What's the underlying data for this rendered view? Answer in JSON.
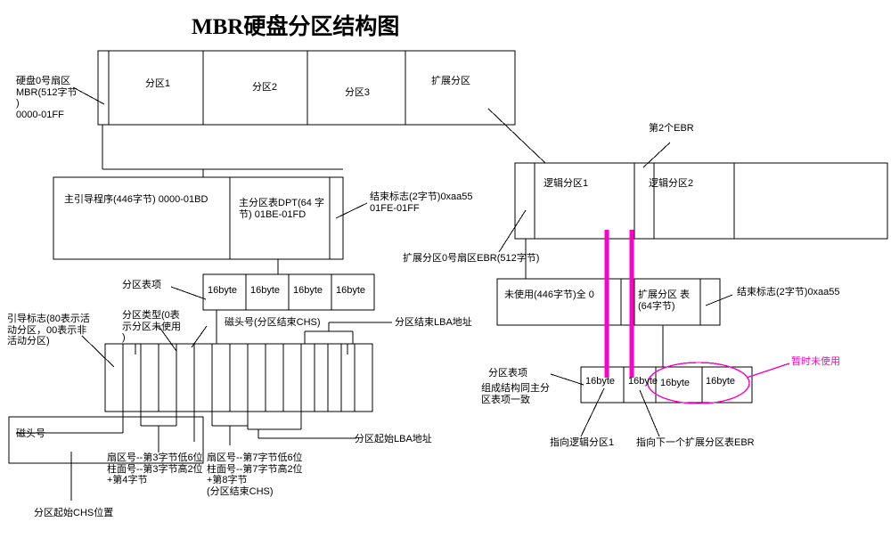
{
  "title": "MBR硬盘分区结构图",
  "colors": {
    "stroke": "#000000",
    "magenta": "#ff00c8",
    "background": "#ffffff"
  },
  "disk_bar": {
    "mbr_cell_label": "",
    "partitions": [
      "分区1",
      "分区2",
      "分区3",
      "扩展分区"
    ]
  },
  "labels": {
    "mbr_sector": "硬盘0号扇区\nMBR(512字节\n)\n0000-01FF",
    "boot_loader": "主引导程序(446字节)\n0000-01BD",
    "dpt": "主分区表DPT(64\n字节)\n01BE-01FD",
    "end_flag_mbr": "结束标志(2字节)0xaa55\n01FE-01FF",
    "partition_entry": "分区表项",
    "boot_flag": "引导标志(80表示活\n动分区，00表示非\n活动分区)",
    "part_type": "分区类型(0表\n示分区未使用\n)",
    "head_no_end": "磁头号(分区结束CHS)",
    "end_lba": "分区结束LBA地址",
    "head_no": "磁头号",
    "chs_start_detail": "扇区号--第3字节低6位\n柱面号--第3字节高2位\n+第4字节",
    "chs_end_detail": "扇区号--第7字节低6位\n柱面号--第7字节高2位\n+第8字节\n(分区结束CHS)",
    "start_lba": "分区起始LBA地址",
    "start_chs": "分区起始CHS位置",
    "second_ebr": "第2个EBR",
    "ebr_sector": "扩展分区0号扇区EBR(512字节)",
    "unused_446": "未使用(446字节)全\n0",
    "ext_table": "扩展分区\n表(64字节)",
    "end_flag_ebr": "结束标志(2字节)0xaa55",
    "ebr_entry": "分区表项",
    "ebr_entry_note": "组成结构同主分\n区表项一致",
    "point_logical1": "指向逻辑分区1",
    "point_next_ebr": "指向下一个扩展分区表EBR",
    "temp_unused": "暂时未使用"
  },
  "ext_bar": {
    "logical_partitions": [
      "逻辑分区1",
      "逻辑分区2"
    ]
  },
  "byte_cells": {
    "label": "16byte",
    "count_main": 4,
    "count_ebr": 4
  },
  "entry_table": {
    "cell_count": 16
  }
}
